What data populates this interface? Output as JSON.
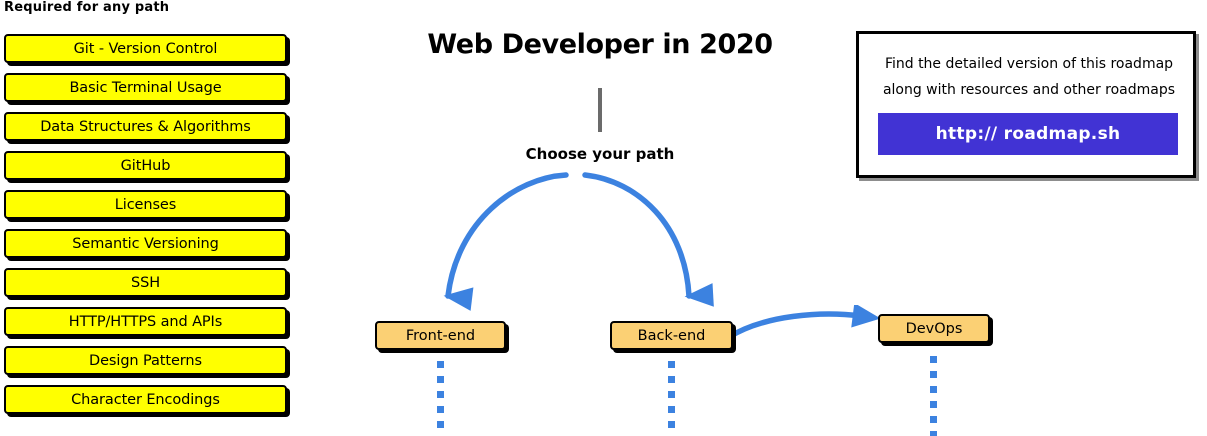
{
  "required_section": {
    "heading": "Required for any path",
    "items": [
      {
        "label": "Git - Version Control"
      },
      {
        "label": "Basic Terminal Usage"
      },
      {
        "label": "Data Structures & Algorithms"
      },
      {
        "label": "GitHub"
      },
      {
        "label": "Licenses"
      },
      {
        "label": "Semantic Versioning"
      },
      {
        "label": "SSH"
      },
      {
        "label": "HTTP/HTTPS and APIs"
      },
      {
        "label": "Design Patterns"
      },
      {
        "label": "Character Encodings"
      }
    ]
  },
  "center": {
    "title": "Web Developer in 2020",
    "choose_path_label": "Choose your path"
  },
  "paths": {
    "nodes": [
      {
        "label": "Front-end"
      },
      {
        "label": "Back-end"
      },
      {
        "label": "DevOps"
      }
    ]
  },
  "info_box": {
    "line1": "Find the detailed version of this roadmap",
    "line2": "along with resources and other roadmaps",
    "button_label": "http:// roadmap.sh"
  },
  "colors": {
    "required_fill": "#ffff00",
    "node_fill": "#fbd074",
    "arrow_blue": "#3c82e0",
    "link_button": "#4133d4",
    "outline": "#000000",
    "stem_gray": "#6b6b6b"
  }
}
